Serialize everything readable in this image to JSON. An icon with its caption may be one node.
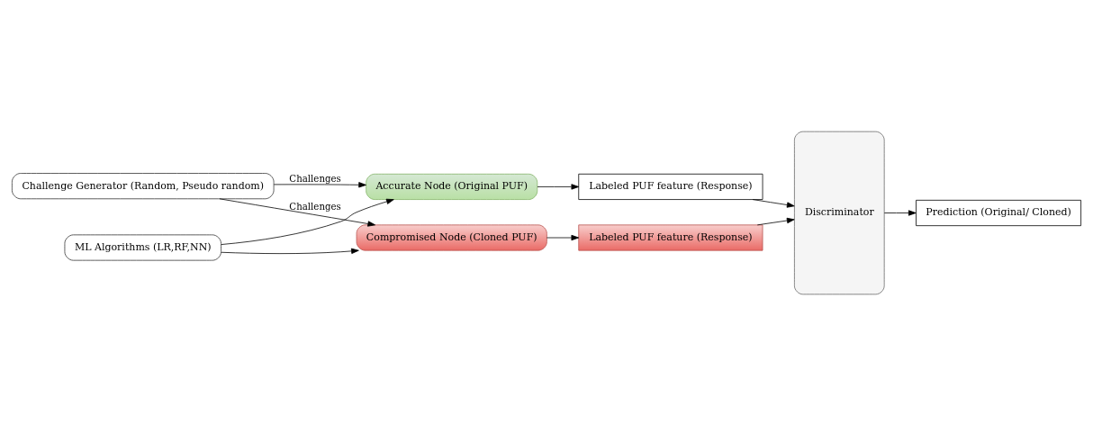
{
  "diagram": {
    "nodes": [
      {
        "text": [
          "Challenge Generator (Random, Pseudo random)"
        ]
      },
      {
        "text": [
          "Accurate Node (Original PUF)"
        ]
      },
      {
        "text": [
          "ML Algorithms (LR,RF,NN)"
        ]
      },
      {
        "text": [
          "Compromised Node (Cloned PUF)"
        ]
      },
      {
        "text": [
          "Labeled PUF feature (Response)"
        ]
      },
      {
        "text": [
          "Labeled PUF feature (Response)"
        ]
      },
      {
        "text": [
          "Discriminator"
        ]
      },
      {
        "text": [
          "Prediction (Original/ Cloned)"
        ]
      }
    ],
    "edges": [
      {
        "from": 0,
        "to": 1,
        "arrow": "to",
        "label": "Challenges"
      },
      {
        "from": 0,
        "to": 3,
        "arrow": "to",
        "label": "Challenges"
      },
      {
        "from": 2,
        "to": 1,
        "arrow": "to"
      },
      {
        "from": 2,
        "to": 3,
        "arrow": "to"
      },
      {
        "from": 1,
        "to": 4,
        "arrow": "to"
      },
      {
        "from": 3,
        "to": 5,
        "arrow": "to"
      },
      {
        "from": 4,
        "to": 6,
        "arrow": "to"
      },
      {
        "from": 5,
        "to": 6,
        "arrow": "to"
      },
      {
        "from": 6,
        "to": 7,
        "arrow": "to"
      }
    ]
  }
}
